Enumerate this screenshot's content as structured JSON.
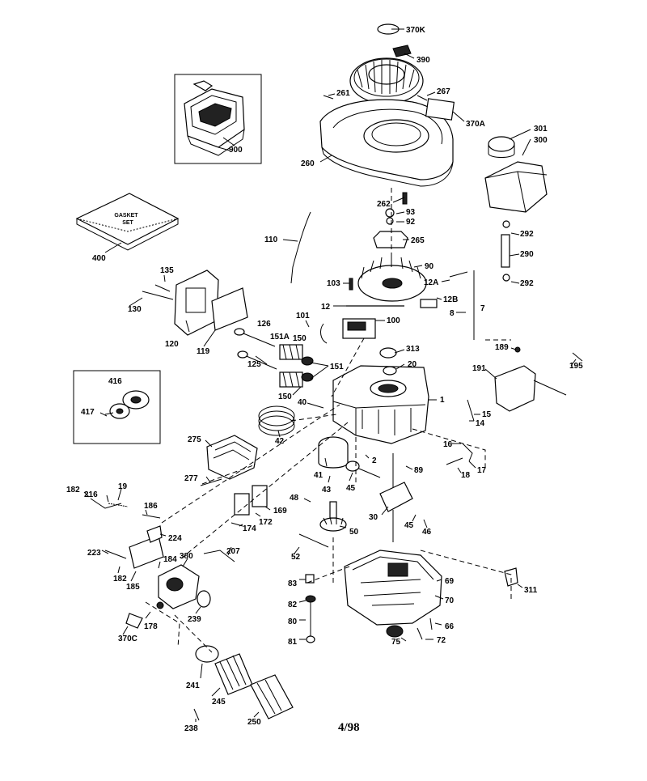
{
  "diagram": {
    "page_code": "4/98",
    "gasket_set_lines": [
      "GASKET",
      "SET"
    ],
    "parts": [
      {
        "id": "p370K",
        "label": "370K"
      },
      {
        "id": "p390",
        "label": "390"
      },
      {
        "id": "p261",
        "label": "261"
      },
      {
        "id": "p267",
        "label": "267"
      },
      {
        "id": "p370A",
        "label": "370A"
      },
      {
        "id": "p900",
        "label": "900"
      },
      {
        "id": "p260",
        "label": "260"
      },
      {
        "id": "p301",
        "label": "301"
      },
      {
        "id": "p300",
        "label": "300"
      },
      {
        "id": "p262",
        "label": "262"
      },
      {
        "id": "p93",
        "label": "93"
      },
      {
        "id": "p92",
        "label": "92"
      },
      {
        "id": "p400",
        "label": "400"
      },
      {
        "id": "p110",
        "label": "110"
      },
      {
        "id": "p265",
        "label": "265"
      },
      {
        "id": "p292a",
        "label": "292"
      },
      {
        "id": "p290",
        "label": "290"
      },
      {
        "id": "p292b",
        "label": "292"
      },
      {
        "id": "p135",
        "label": "135"
      },
      {
        "id": "p90",
        "label": "90"
      },
      {
        "id": "p103",
        "label": "103"
      },
      {
        "id": "p12A",
        "label": "12A"
      },
      {
        "id": "p130",
        "label": "130"
      },
      {
        "id": "p12B",
        "label": "12B"
      },
      {
        "id": "p12",
        "label": "12"
      },
      {
        "id": "p7",
        "label": "7"
      },
      {
        "id": "p8",
        "label": "8"
      },
      {
        "id": "p101",
        "label": "101"
      },
      {
        "id": "p100",
        "label": "100"
      },
      {
        "id": "p126",
        "label": "126"
      },
      {
        "id": "p151A",
        "label": "151A"
      },
      {
        "id": "p150a",
        "label": "150"
      },
      {
        "id": "p120",
        "label": "120"
      },
      {
        "id": "p119",
        "label": "119"
      },
      {
        "id": "p313",
        "label": "313"
      },
      {
        "id": "p189",
        "label": "189"
      },
      {
        "id": "p20",
        "label": "20"
      },
      {
        "id": "p125",
        "label": "125"
      },
      {
        "id": "p151",
        "label": "151"
      },
      {
        "id": "p191",
        "label": "191"
      },
      {
        "id": "p195",
        "label": "195"
      },
      {
        "id": "p416",
        "label": "416"
      },
      {
        "id": "p150b",
        "label": "150"
      },
      {
        "id": "p40",
        "label": "40"
      },
      {
        "id": "p1",
        "label": "1"
      },
      {
        "id": "p417",
        "label": "417"
      },
      {
        "id": "p15",
        "label": "15"
      },
      {
        "id": "p42",
        "label": "42"
      },
      {
        "id": "p14",
        "label": "14"
      },
      {
        "id": "p275",
        "label": "275"
      },
      {
        "id": "p16",
        "label": "16"
      },
      {
        "id": "p2",
        "label": "2"
      },
      {
        "id": "p89",
        "label": "89"
      },
      {
        "id": "p17",
        "label": "17"
      },
      {
        "id": "p41",
        "label": "41"
      },
      {
        "id": "p18",
        "label": "18"
      },
      {
        "id": "p277",
        "label": "277"
      },
      {
        "id": "p43",
        "label": "43"
      },
      {
        "id": "p45a",
        "label": "45"
      },
      {
        "id": "p182a",
        "label": "182"
      },
      {
        "id": "p216",
        "label": "216"
      },
      {
        "id": "p19",
        "label": "19"
      },
      {
        "id": "p48",
        "label": "48"
      },
      {
        "id": "p169",
        "label": "169"
      },
      {
        "id": "p186",
        "label": "186"
      },
      {
        "id": "p172",
        "label": "172"
      },
      {
        "id": "p30",
        "label": "30"
      },
      {
        "id": "p45b",
        "label": "45"
      },
      {
        "id": "p174",
        "label": "174"
      },
      {
        "id": "p46",
        "label": "46"
      },
      {
        "id": "p50",
        "label": "50"
      },
      {
        "id": "p224",
        "label": "224"
      },
      {
        "id": "p207",
        "label": "207"
      },
      {
        "id": "p223",
        "label": "223"
      },
      {
        "id": "p380",
        "label": "380"
      },
      {
        "id": "p52",
        "label": "52"
      },
      {
        "id": "p184",
        "label": "184"
      },
      {
        "id": "p182b",
        "label": "182"
      },
      {
        "id": "p311",
        "label": "311"
      },
      {
        "id": "p185",
        "label": "185"
      },
      {
        "id": "p83",
        "label": "83"
      },
      {
        "id": "p69",
        "label": "69"
      },
      {
        "id": "p82",
        "label": "82"
      },
      {
        "id": "p70",
        "label": "70"
      },
      {
        "id": "p239",
        "label": "239"
      },
      {
        "id": "p178",
        "label": "178"
      },
      {
        "id": "p80",
        "label": "80"
      },
      {
        "id": "p66",
        "label": "66"
      },
      {
        "id": "p370C",
        "label": "370C"
      },
      {
        "id": "p75",
        "label": "75"
      },
      {
        "id": "p72",
        "label": "72"
      },
      {
        "id": "p81",
        "label": "81"
      },
      {
        "id": "p241",
        "label": "241"
      },
      {
        "id": "p245",
        "label": "245"
      },
      {
        "id": "p250",
        "label": "250"
      },
      {
        "id": "p238",
        "label": "238"
      }
    ]
  }
}
